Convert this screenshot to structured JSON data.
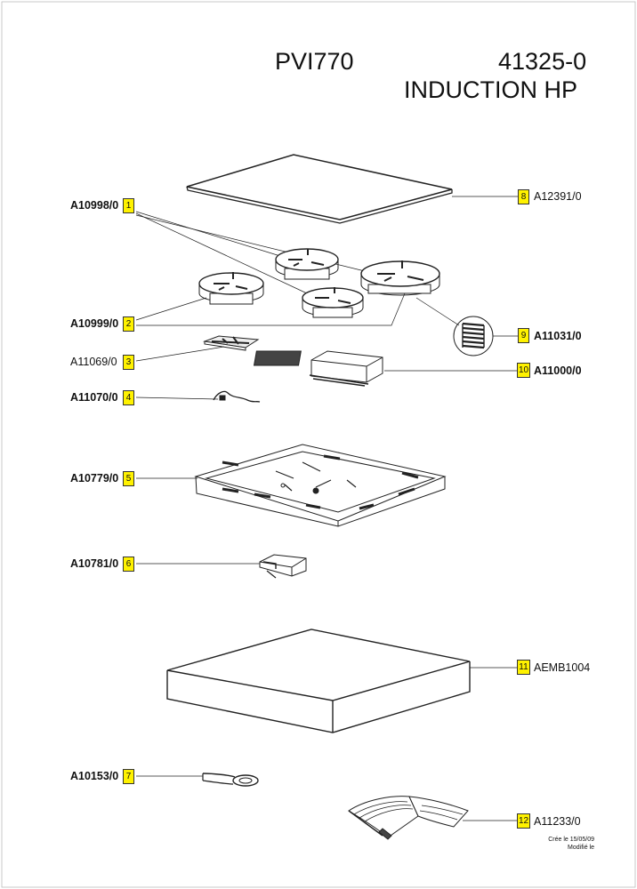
{
  "header": {
    "model": "PVI770",
    "code": "41325-0",
    "subtitle": "INDUCTION HP"
  },
  "callouts": [
    {
      "number": "1",
      "part": "A10998/0"
    },
    {
      "number": "2",
      "part": "A10999/0"
    },
    {
      "number": "3",
      "part": "A11069/0"
    },
    {
      "number": "4",
      "part": "A11070/0"
    },
    {
      "number": "5",
      "part": "A10779/0"
    },
    {
      "number": "6",
      "part": "A10781/0"
    },
    {
      "number": "7",
      "part": "A10153/0"
    },
    {
      "number": "8",
      "part": "A12391/0"
    },
    {
      "number": "9",
      "part": "A11031/0"
    },
    {
      "number": "10",
      "part": "A11000/0"
    },
    {
      "number": "11",
      "part": "AEMB1004"
    },
    {
      "number": "12",
      "part": "A11233/0"
    }
  ],
  "footer": {
    "created": "Crée le 15/05/09",
    "modified": "Modifié le"
  },
  "colors": {
    "badge": "#fff200",
    "ink": "#111111"
  }
}
